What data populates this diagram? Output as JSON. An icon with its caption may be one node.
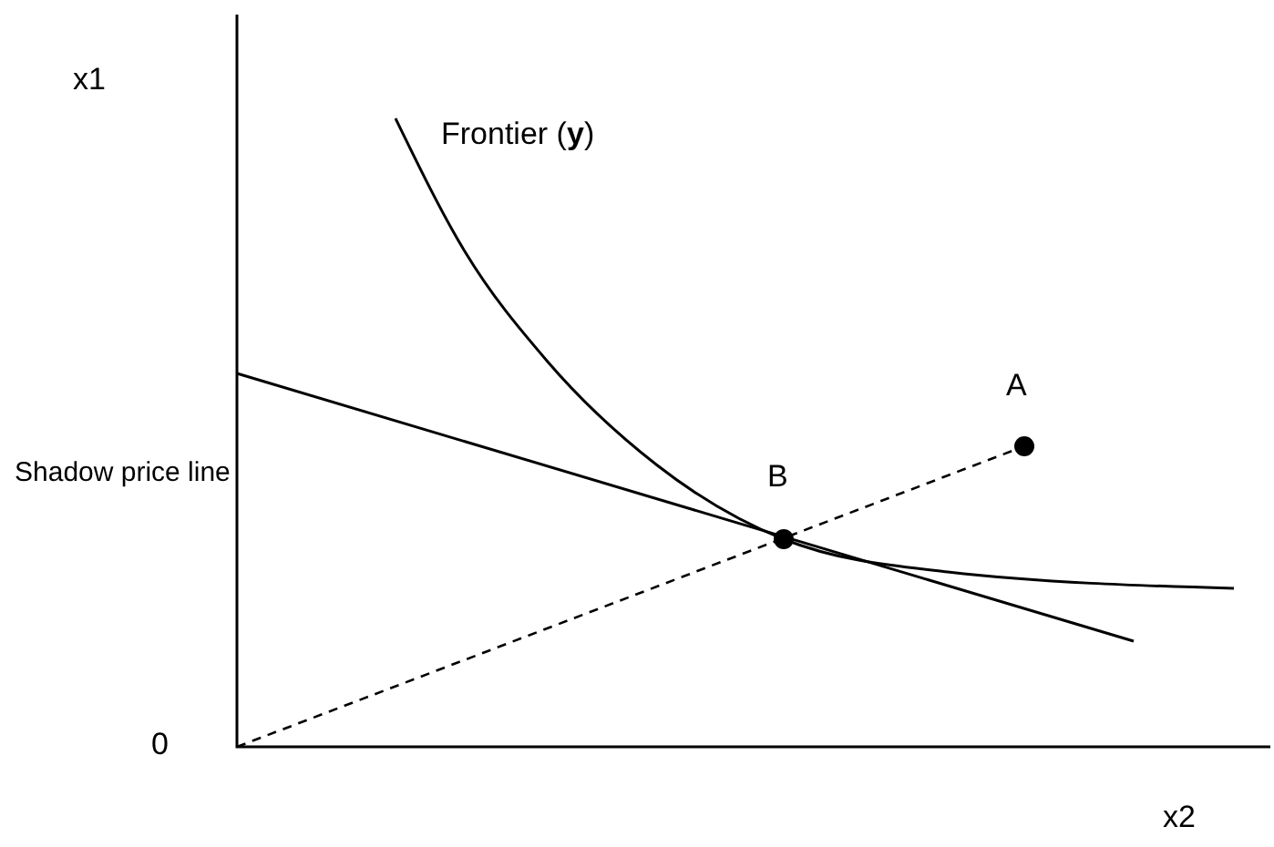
{
  "diagram": {
    "labels": [
      "x1",
      "Frontier (**y**)",
      "A",
      "Shadow price line",
      "B",
      "0",
      "x2"
    ]
  }
}
